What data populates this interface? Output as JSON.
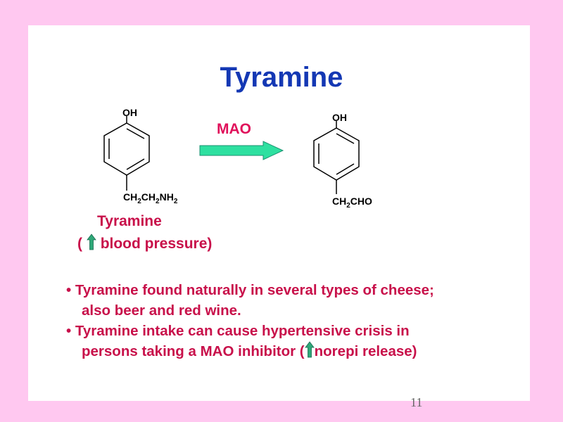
{
  "title": "Tyramine",
  "left_molecule": {
    "top_group": "OH",
    "bottom_group": {
      "p1": "CH",
      "s1": "2",
      "p2": "CH",
      "s2": "2",
      "p3": "NH",
      "s3": "2"
    }
  },
  "reaction_label": "MAO",
  "right_molecule": {
    "top_group": "OH",
    "bottom_group": {
      "p1": "CH",
      "s1": "2",
      "p2": "CHO"
    }
  },
  "caption": {
    "name": "Tyramine",
    "effect_open": "(",
    "effect_text": "blood pressure)"
  },
  "bullets": [
    {
      "line1": "• Tyramine found naturally in several types of cheese;",
      "line2": "also beer and red wine."
    },
    {
      "line1": "• Tyramine intake can cause hypertensive crisis in",
      "line2_pre": "persons taking a MAO inhibitor (",
      "line2_post": "norepi release)"
    }
  ],
  "page_number": "11",
  "colors": {
    "background": "#ffc8f0",
    "title": "#1438b4",
    "text": "#c8104a",
    "arrow": "#2ee0a0"
  }
}
